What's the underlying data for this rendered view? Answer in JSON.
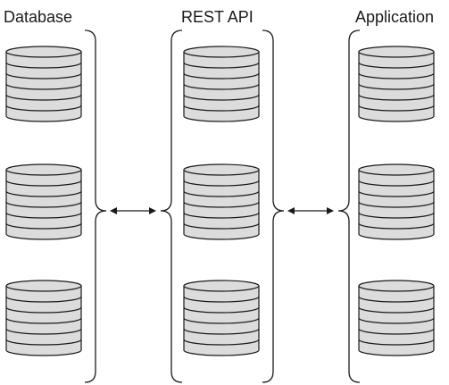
{
  "columns": [
    {
      "label": "Database"
    },
    {
      "label": "REST API"
    },
    {
      "label": "Application"
    }
  ],
  "stacks_per_column": 3,
  "disks_per_stack": 6,
  "connectors": [
    {
      "from": "Database",
      "to": "REST API",
      "direction": "bidirectional"
    },
    {
      "from": "REST API",
      "to": "Application",
      "direction": "bidirectional"
    }
  ],
  "colors": {
    "disk_fill": "#dcdcdc",
    "stroke": "#1a1a1a",
    "background": "#ffffff"
  }
}
